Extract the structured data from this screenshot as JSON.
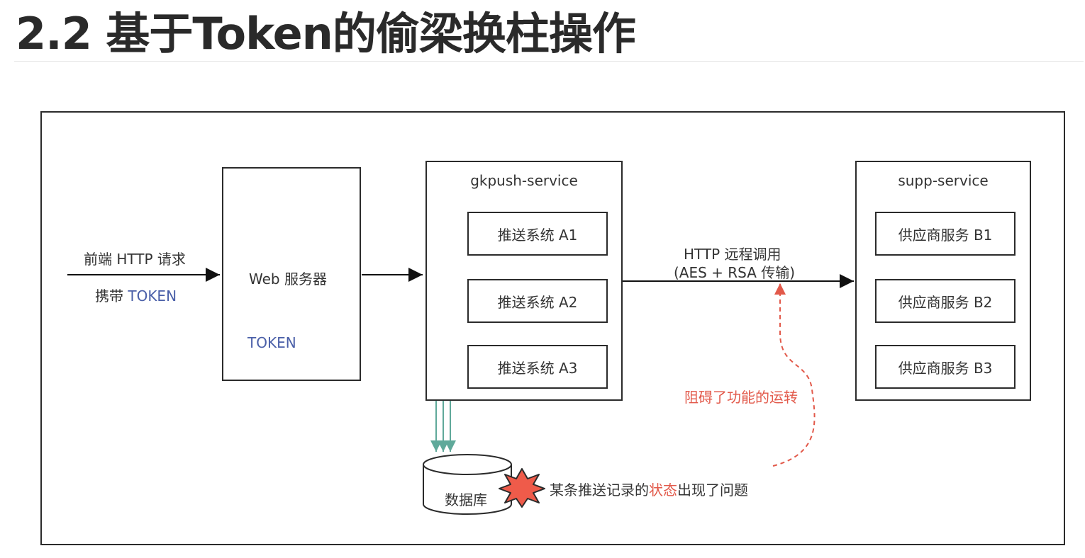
{
  "page_title": "2.2 基于Token的偷梁换柱操作",
  "diagram": {
    "client": {
      "request_line1": "前端 HTTP 请求",
      "request_line2_prefix": "携带 ",
      "request_line2_token": "TOKEN"
    },
    "web_server": {
      "title": "Web 服务器",
      "token_label": "TOKEN"
    },
    "gkpush_service": {
      "title": "gkpush-service",
      "systems": [
        "推送系统 A1",
        "推送系统 A2",
        "推送系统 A3"
      ]
    },
    "remote_call": {
      "line1": "HTTP 远程调用",
      "line2": "(AES + RSA 传输)"
    },
    "supp_service": {
      "title": "supp-service",
      "services": [
        "供应商服务 B1",
        "供应商服务 B2",
        "供应商服务 B3"
      ]
    },
    "database": {
      "label": "数据库"
    },
    "problem_note": {
      "prefix": "某条推送记录的",
      "highlight": "状态",
      "suffix": "出现了问题"
    },
    "blocked_note": "阻碍了功能的运转"
  },
  "colors": {
    "accent_red": "#e2594a",
    "token_blue": "#4a5fa8",
    "check_green": "#6db33f",
    "flow_teal": "#5fa99a"
  }
}
